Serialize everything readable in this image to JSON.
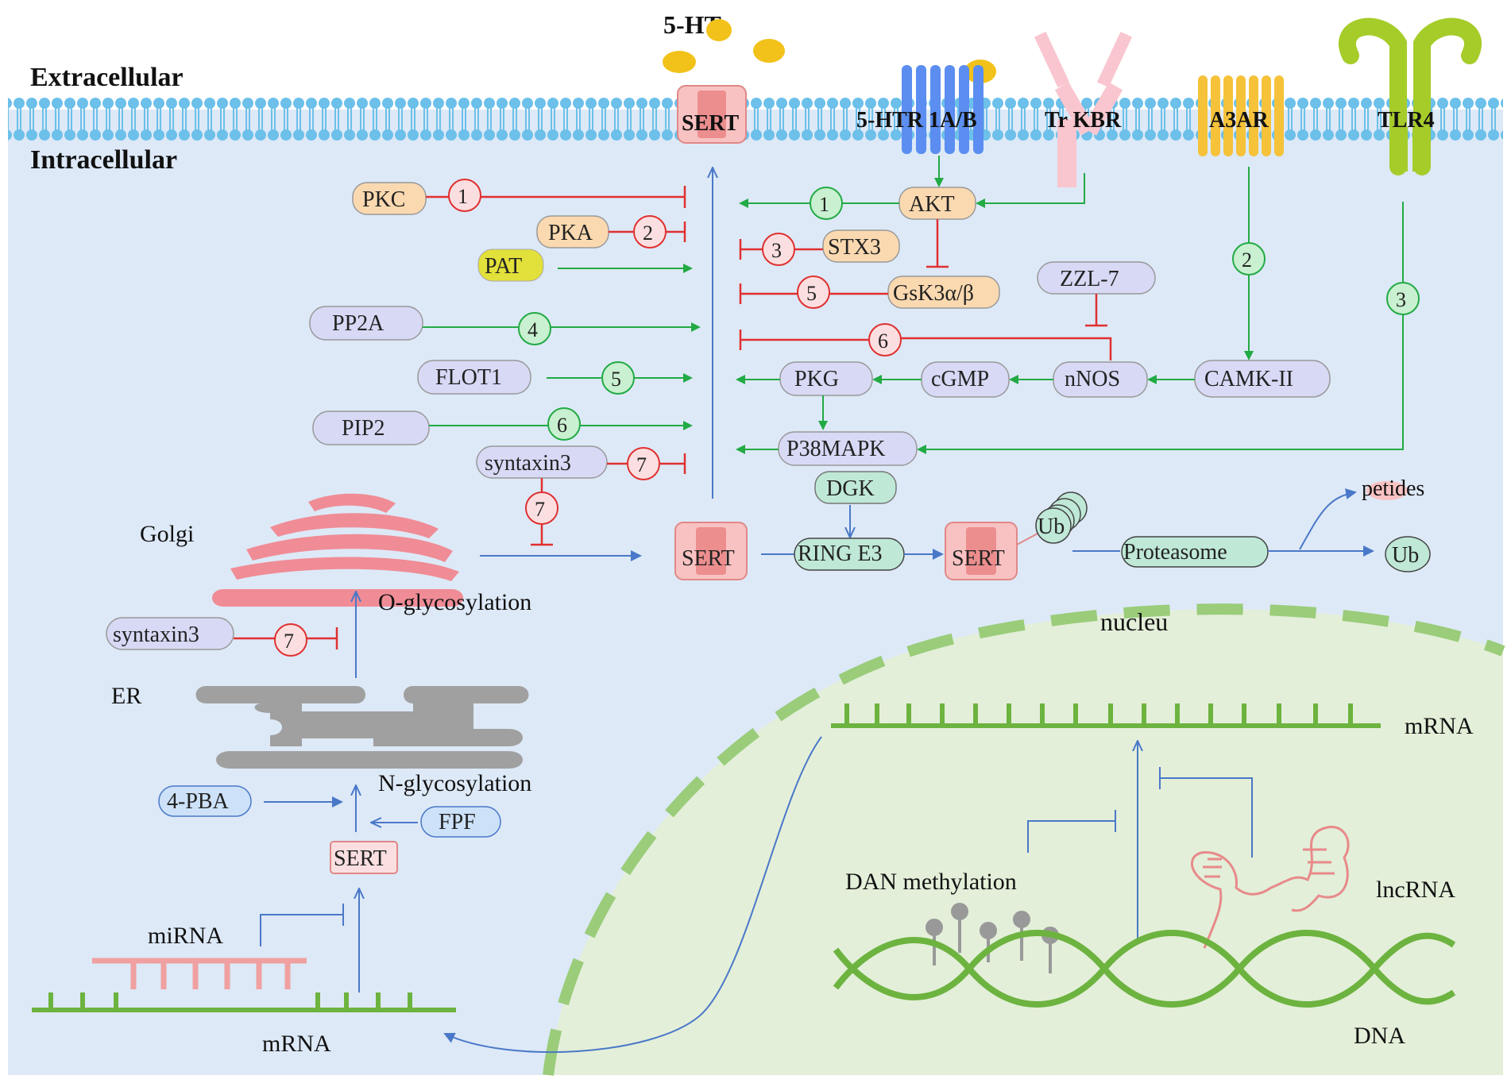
{
  "regions": {
    "extracellular": "Extracellular",
    "intracellular": "Intracellular",
    "nucleus": "nucleu"
  },
  "ligand": {
    "label": "5-HT"
  },
  "receptors": {
    "sert_membrane": "SERT",
    "htr": "5-HTR 1A/B",
    "trkbr": "Tr KBR",
    "a3ar": "A3AR",
    "tlr4": "TLR4"
  },
  "nodes": {
    "pkc": "PKC",
    "pka": "PKA",
    "pat": "PAT",
    "pp2a": "PP2A",
    "flot1": "FLOT1",
    "pip2": "PIP2",
    "syntaxin3_top": "syntaxin3",
    "akt": "AKT",
    "stx3": "STX3",
    "gsk3": "GsK3α/β",
    "zzl7": "ZZL-7",
    "nnos": "nNOS",
    "cgmp": "cGMP",
    "pkg": "PKG",
    "camk2": "CAMK-II",
    "p38": "P38MAPK",
    "dgk": "DGK",
    "ring_e3": "RING E3",
    "proteasome": "Proteasome",
    "ub_cluster": "Ub",
    "ub_free": "Ub",
    "syntaxin3_er": "syntaxin3",
    "pba": "4-PBA",
    "fpf": "FPF",
    "sert_box": "SERT",
    "sert_mid": "SERT",
    "sert_ub": "SERT"
  },
  "numbers": {
    "pkc": "1",
    "pka": "2",
    "stx3": "3",
    "pp2a": "4",
    "flot1": "5",
    "pip2": "6",
    "syntaxin3_top": "7",
    "syntaxin3_down": "7",
    "syntaxin3_er": "7",
    "akt": "1",
    "gsk3": "5",
    "zzl7": "6",
    "a3ar": "2",
    "tlr4": "3"
  },
  "labels": {
    "golgi": "Golgi",
    "o_glyc": "O-glycosylation",
    "er": "ER",
    "n_glyc": "N-glycosylation",
    "mirna": "miRNA",
    "mrna_cyto": "mRNA",
    "mrna_nuc": "mRNA",
    "dna": "DNA",
    "methylation": "DAN methylation",
    "lncrna": "lncRNA",
    "petides": "petides"
  },
  "colors": {
    "green_arrow": "#22aa44",
    "red_inhibit": "#e03030",
    "blue_arrow": "#4a78c8",
    "cytoplasm": "#dde9f7",
    "nucleus": "#e3efd9",
    "membrane": "#6cc0ea",
    "golgi": "#f08c96",
    "er": "#a0a0a0"
  }
}
